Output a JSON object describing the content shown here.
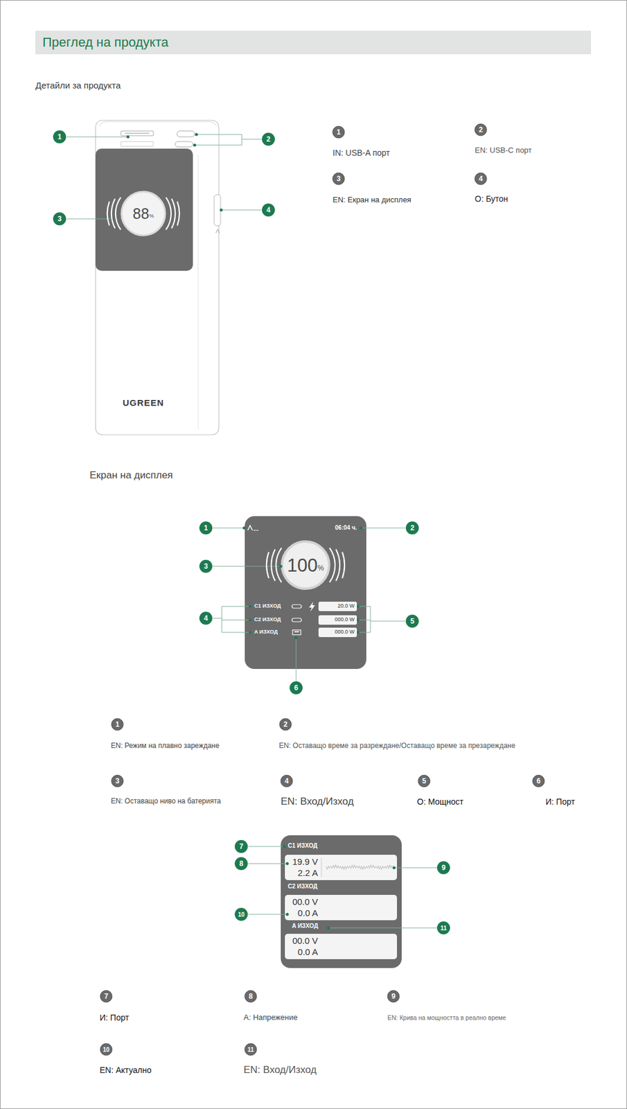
{
  "diagram": {
    "title": "Преглед на продукта",
    "nodes": [
      {
        "text": [
          "UGREEN"
        ]
      },
      {
        "text": [
          "88",
          "%"
        ],
        "in": 0
      },
      {
        "text": [
          "06:04 ч.",
          "C1 ИЗХОД",
          "C2 ИЗХОД",
          "A ИЗХОД"
        ]
      },
      {
        "text": [
          "100",
          "%"
        ],
        "in": 2
      },
      {
        "text": [
          "20.0 W"
        ],
        "in": 2
      },
      {
        "text": [
          "000.0 W"
        ],
        "in": 2
      },
      {
        "text": [
          "000.0 W"
        ],
        "in": 2
      },
      {
        "text": [
          "C1 ИЗХОД",
          "C2 ИЗХОД",
          "A ИЗХОД"
        ]
      },
      {
        "text": [
          "19.9 V",
          "2.2 A"
        ],
        "in": 7
      },
      {
        "text": [
          "00.0 V",
          "0.0 A"
        ],
        "in": 7
      },
      {
        "text": [
          "00.0 V",
          "0.0 A"
        ],
        "in": 7
      }
    ],
    "labels": [
      "Детайли за продукта",
      "1",
      "2",
      "3",
      "4",
      "1",
      "IN: USB-A порт",
      "2",
      "EN: USB-C порт",
      "3",
      "EN: Екран на дисплея",
      "4",
      "O: Бутон",
      "Екран на дисплея",
      "1",
      "2",
      "3",
      "4",
      "5",
      "6",
      "1",
      "EN: Режим на плавно зареждане",
      "2",
      "EN: Оставащо време за разреждане/Оставащо време за презареждане",
      "3",
      "EN: Оставащо ниво на батерията",
      "4",
      "EN: Вход/Изход",
      "5",
      "O: Мощност",
      "6",
      "И: Порт",
      "7",
      "8",
      "9",
      "10",
      "11",
      "7",
      "И: Порт",
      "8",
      "A: Напрежение",
      "9",
      "EN: Крива на мощността в реално време",
      "10",
      "EN: Актуално",
      "11",
      "EN: Вход/Изход"
    ]
  }
}
